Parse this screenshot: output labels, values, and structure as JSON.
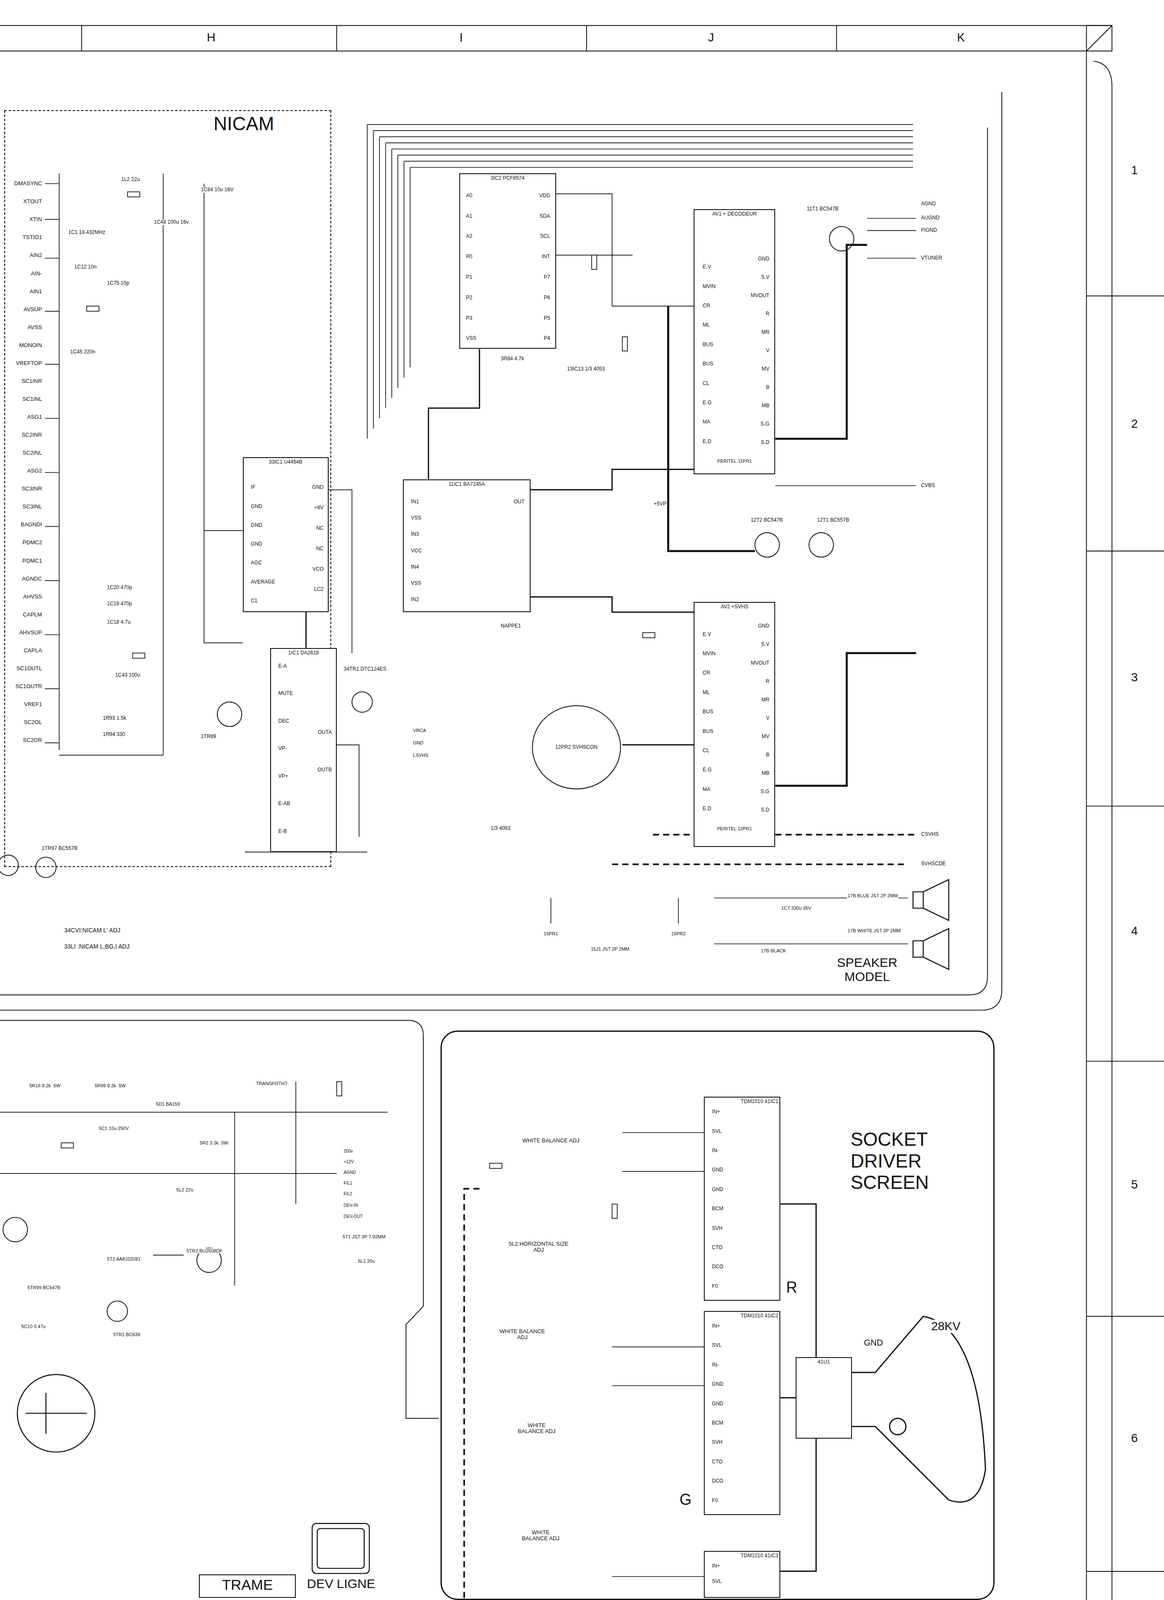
{
  "diagram": {
    "nodes": [
      {
        "text": [
          "NICAM"
        ]
      },
      {
        "text": [
          "33IC1 U4454B"
        ],
        "in": 0
      },
      {
        "text": [
          "1IC1 DA2618"
        ]
      },
      {
        "text": [
          "3IC2 PCF8574"
        ]
      },
      {
        "text": [
          "AV1 + DECODEUR"
        ]
      },
      {
        "text": [
          "11IC1 BA7245A"
        ]
      },
      {
        "text": [
          "AV2 +SVHS"
        ]
      },
      {
        "text": [
          "12PR2 SVHSCON"
        ]
      },
      {
        "text": [
          "SOCKET DRIVER SCREEN"
        ]
      },
      {
        "text": [
          "TDM1010 41IC1"
        ],
        "in": 8
      },
      {
        "text": [
          "TDM1010 41IC2"
        ],
        "in": 8
      },
      {
        "text": [
          "TDM1010 41IC3"
        ],
        "in": 8
      },
      {
        "text": [
          "41U1"
        ],
        "in": 8
      },
      {
        "text": [
          "TRAME"
        ]
      }
    ],
    "edges": [
      {
        "from": 4,
        "to": 5,
        "arrow": "none"
      },
      {
        "from": 6,
        "to": 5,
        "arrow": "none"
      },
      {
        "from": 7,
        "to": 6,
        "arrow": "none"
      },
      {
        "from": 3,
        "to": 5,
        "arrow": "none"
      },
      {
        "from": 1,
        "to": 2,
        "arrow": "none"
      },
      {
        "from": 9,
        "to": 12,
        "arrow": "none"
      },
      {
        "from": 10,
        "to": 12,
        "arrow": "none"
      },
      {
        "from": 11,
        "to": 12,
        "arrow": "none"
      }
    ],
    "labels": [
      "H",
      "I",
      "J",
      "K",
      "1",
      "2",
      "3",
      "4",
      "5",
      "6",
      "DMASYNC",
      "XTOUT",
      "XTIN",
      "TSTIO1",
      "AIN2",
      "AIN-",
      "AIN1",
      "AVSUP",
      "AVSS",
      "MONOIN",
      "VREFTOP",
      "SC1INR",
      "SC1INL",
      "ASG1",
      "SC2INR",
      "SC2INL",
      "ASG2",
      "SC3INR",
      "SC3INL",
      "BAGNDI",
      "PDMC2",
      "PDMC1",
      "AGNDC",
      "AHVSS",
      "CAPLM",
      "AHVSUP",
      "CAPLA",
      "SC1OUTL",
      "SC1OUTR",
      "VREF1",
      "SC2OL",
      "SC2OR",
      "1L2 22u",
      "1C84 10u 16V",
      "1C48 100u 16v",
      "1C1 18.432MHz",
      "1C12 10n",
      "1C75 10p",
      "1C45 220n",
      "1C20 470p",
      "1C19 470p",
      "1C18 4.7u",
      "1C43 100u",
      "1R93 1.5k",
      "1R94 330",
      "1TR89",
      "34TR1 DTC124ES",
      "1TR97 BC557B",
      "34CVI:NICAM L' ADJ",
      "33LI :NICAM L,BG,I ADJ",
      "IF",
      "GND",
      "GND",
      "GND",
      "AGC",
      "AVERAGE",
      "C1",
      "GND",
      "+8V",
      "NC",
      "NC",
      "VCO",
      "LC2",
      "E-A",
      "MUTE",
      "DEC",
      "VP-",
      "VP+",
      "E-AB",
      "E-B",
      "OUTA",
      "OUTB",
      "A0",
      "A1",
      "A2",
      "P0",
      "P1",
      "P2",
      "P3",
      "VSS",
      "VDD",
      "SDA",
      "SCL",
      "INT",
      "P7",
      "P6",
      "P5",
      "P4",
      "3R84 4.7k",
      "13IC13 1/3 4053",
      "+5VP",
      "12T2 BC547B",
      "12T1 BC557B",
      "11T1 BC547B",
      "NAPPE1",
      "1/3 4053",
      "VRCA",
      "GND",
      "LSVHS",
      "AGND",
      "AUGND",
      "FIGND",
      "VTUNER",
      "CVBS",
      "CSVHS",
      "SVHSCDE",
      "IN1",
      "VSS",
      "IN3",
      "VCC",
      "IN4",
      "VSS",
      "IN2",
      "OUT",
      "E.V",
      "MVIN",
      "CR",
      "ML",
      "BUS",
      "BUS",
      "CL",
      "E.G",
      "MA",
      "E.D",
      "GND",
      "S.V",
      "MVOUT",
      "R",
      "MR",
      "V",
      "MV",
      "B",
      "MB",
      "S.G",
      "S.D",
      "PERITEL 11PR1",
      "E.V",
      "MVIN",
      "CR",
      "ML",
      "BUS",
      "BUS",
      "CL",
      "E.G",
      "MA",
      "E.D",
      "GND",
      "S.V",
      "MVOUT",
      "R",
      "MR",
      "V",
      "MV",
      "B",
      "MB",
      "S.G",
      "S.D",
      "PERITEL 12PR1",
      "1C7 330u 35V",
      "17B BLUE JST 2P 2MM",
      "17B WHITE JST 2P 2MM",
      "17B BLACK",
      "SPEAKER MODEL",
      "15PR1",
      "15J1 JST 2P 2MM",
      "15PR2",
      "5R16 8.2k .5W",
      "5R99 8.2k .5W",
      "5D1 BA159",
      "5C1 10u 250V",
      "5R2 3.3k .5W",
      "5L2 22u",
      "5T2 AA8102081",
      "5TR2 BU2508DF",
      "5TR99 BC547B",
      "5C10 0.47u",
      "5TR1 BC639",
      "TRANSFOTHT",
      "5T1 JST 3P 7.92MM",
      "5L1 20u",
      "200v",
      "+12V",
      "AGND",
      "FIL1",
      "FIL2",
      "DEV-IN",
      "DEV-OUT",
      "DEV LIGNE",
      "WHITE BALANCE ADJ",
      "5L2:HORIZONTAL SIZE ADJ",
      "WHITE BALANCE ADJ",
      "WHITE BALANCE ADJ",
      "WHITE BALANCE ADJ",
      "R",
      "G",
      "GND",
      "28KV",
      "IN+",
      "SVL",
      "IN-",
      "GND",
      "GND",
      "BCM",
      "SVH",
      "CTO",
      "DCO",
      "F0",
      "IN+",
      "SVL",
      "IN-",
      "GND",
      "GND",
      "BCM",
      "SVH",
      "CTO",
      "DCO",
      "F0",
      "IN+",
      "SVL"
    ]
  }
}
